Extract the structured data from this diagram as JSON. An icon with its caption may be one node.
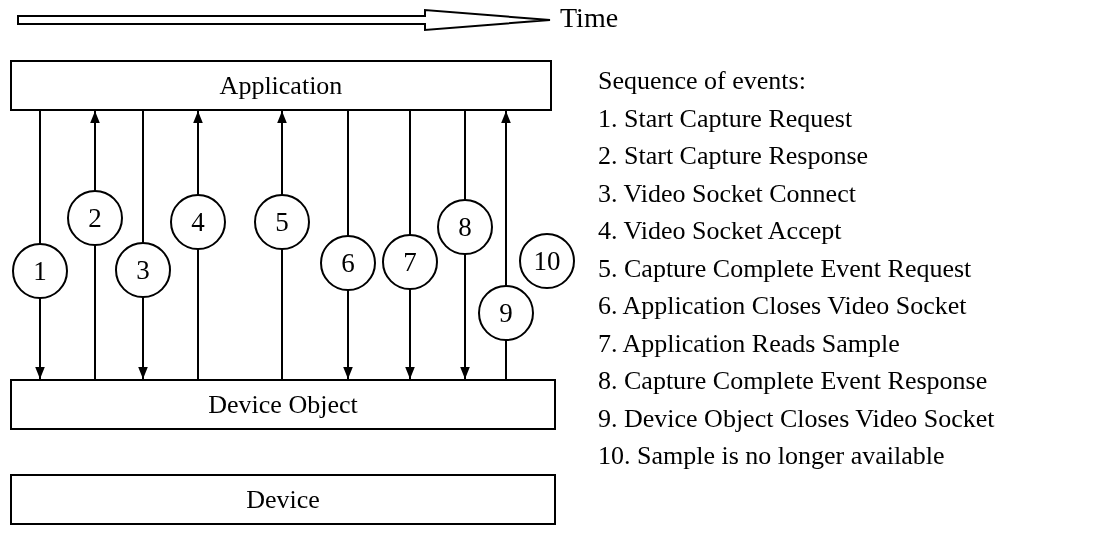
{
  "diagram": {
    "nodes": [
      {
        "text": [
          "Application"
        ]
      },
      {
        "text": [
          "Device Object"
        ]
      },
      {
        "text": [
          "Device"
        ]
      }
    ],
    "edges": [
      {
        "from": 0,
        "to": 1,
        "arrow": "to",
        "label": "1"
      },
      {
        "from": 1,
        "to": 0,
        "arrow": "to",
        "label": "2"
      },
      {
        "from": 0,
        "to": 1,
        "arrow": "to",
        "label": "3"
      },
      {
        "from": 1,
        "to": 0,
        "arrow": "to",
        "label": "4"
      },
      {
        "from": 1,
        "to": 0,
        "arrow": "to",
        "label": "5"
      },
      {
        "from": 0,
        "to": 1,
        "arrow": "to",
        "label": "6"
      },
      {
        "from": 0,
        "to": 1,
        "arrow": "to",
        "label": "7"
      },
      {
        "from": 0,
        "to": 1,
        "arrow": "to",
        "label": "8"
      },
      {
        "from": 1,
        "to": 0,
        "arrow": "to",
        "label": "9"
      }
    ],
    "labels": [
      "Time",
      "10",
      "Sequence of events:",
      "1. Start Capture Request",
      "2. Start Capture Response",
      "3. Video Socket Connect",
      "4. Video Socket Accept",
      "5. Capture Complete Event Request",
      "6. Application Closes Video Socket",
      "7. Application Reads Sample",
      "8. Capture Complete Event Response",
      "9. Device Object Closes Video Socket",
      "10. Sample is no longer available"
    ]
  }
}
